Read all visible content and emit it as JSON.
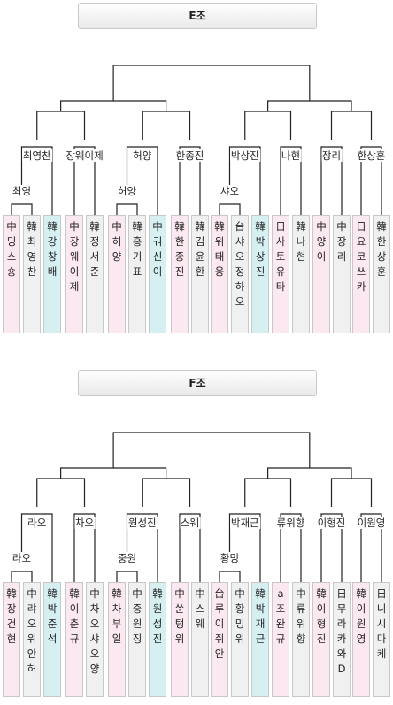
{
  "sections": [
    {
      "title": "E조",
      "semis": [
        "최영찬",
        "장웨이제",
        "허양",
        "한종진",
        "박상진",
        "나현",
        "장리",
        "한상훈"
      ],
      "firsts": [
        "최영",
        "허양",
        "샤오"
      ],
      "players": [
        {
          "text": "中딩스숑",
          "color": "pink"
        },
        {
          "text": "韓최영찬",
          "color": "gray"
        },
        {
          "text": "韓강창배",
          "color": "cyan"
        },
        {
          "text": "中장웨이제",
          "color": "pink"
        },
        {
          "text": "韓정서준",
          "color": "gray"
        },
        {
          "text": "中허양",
          "color": "pink"
        },
        {
          "text": "韓홍기표",
          "color": "gray"
        },
        {
          "text": "中궈신이",
          "color": "cyan"
        },
        {
          "text": "韓한종진",
          "color": "pink"
        },
        {
          "text": "韓김윤환",
          "color": "gray"
        },
        {
          "text": "韓위태웅",
          "color": "pink"
        },
        {
          "text": "台샤오정하오",
          "color": "gray"
        },
        {
          "text": "韓박상진",
          "color": "cyan"
        },
        {
          "text": "日사토유타",
          "color": "pink"
        },
        {
          "text": "韓나현",
          "color": "gray"
        },
        {
          "text": "中양이",
          "color": "pink"
        },
        {
          "text": "中장리",
          "color": "gray"
        },
        {
          "text": "日요코쓰카",
          "color": "pink"
        },
        {
          "text": "韓한상훈",
          "color": "gray"
        }
      ]
    },
    {
      "title": "F조",
      "semis": [
        "라오",
        "차오",
        "원성진",
        "스웨",
        "박재근",
        "류위향",
        "이형진",
        "이원영"
      ],
      "firsts": [
        "라오",
        "중원",
        "황밍"
      ],
      "players": [
        {
          "text": "韓장건현",
          "color": "pink"
        },
        {
          "text": "中랴오위안허",
          "color": "gray"
        },
        {
          "text": "韓박준석",
          "color": "cyan"
        },
        {
          "text": "韓이춘규",
          "color": "pink"
        },
        {
          "text": "中차오샤오양",
          "color": "gray"
        },
        {
          "text": "韓차부일",
          "color": "pink"
        },
        {
          "text": "中중원징",
          "color": "gray"
        },
        {
          "text": "韓원성진",
          "color": "cyan"
        },
        {
          "text": "中쑨텅위",
          "color": "pink"
        },
        {
          "text": "中스웨",
          "color": "gray"
        },
        {
          "text": "台루이쥐안",
          "color": "pink"
        },
        {
          "text": "中황밍위",
          "color": "gray"
        },
        {
          "text": "韓박재근",
          "color": "cyan"
        },
        {
          "text": "a조완규",
          "color": "pink"
        },
        {
          "text": "中류위향",
          "color": "gray"
        },
        {
          "text": "韓이형진",
          "color": "pink"
        },
        {
          "text": "日무라카와D",
          "color": "gray"
        },
        {
          "text": "韓이원영",
          "color": "pink"
        },
        {
          "text": "日니시다케",
          "color": "gray"
        }
      ]
    }
  ]
}
